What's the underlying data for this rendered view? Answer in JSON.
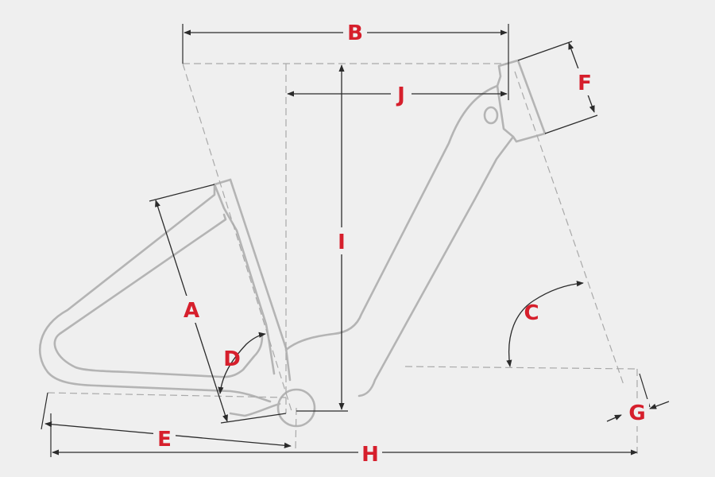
{
  "colors": {
    "background": "#efefef",
    "frame": "#b4b4b4",
    "construction": "#a9a9a9",
    "dimension": "#2b2b2b",
    "label": "#d61f2c"
  },
  "labels": {
    "A": "A",
    "B": "B",
    "C": "C",
    "D": "D",
    "E": "E",
    "F": "F",
    "G": "G",
    "H": "H",
    "I": "I",
    "J": "J"
  }
}
